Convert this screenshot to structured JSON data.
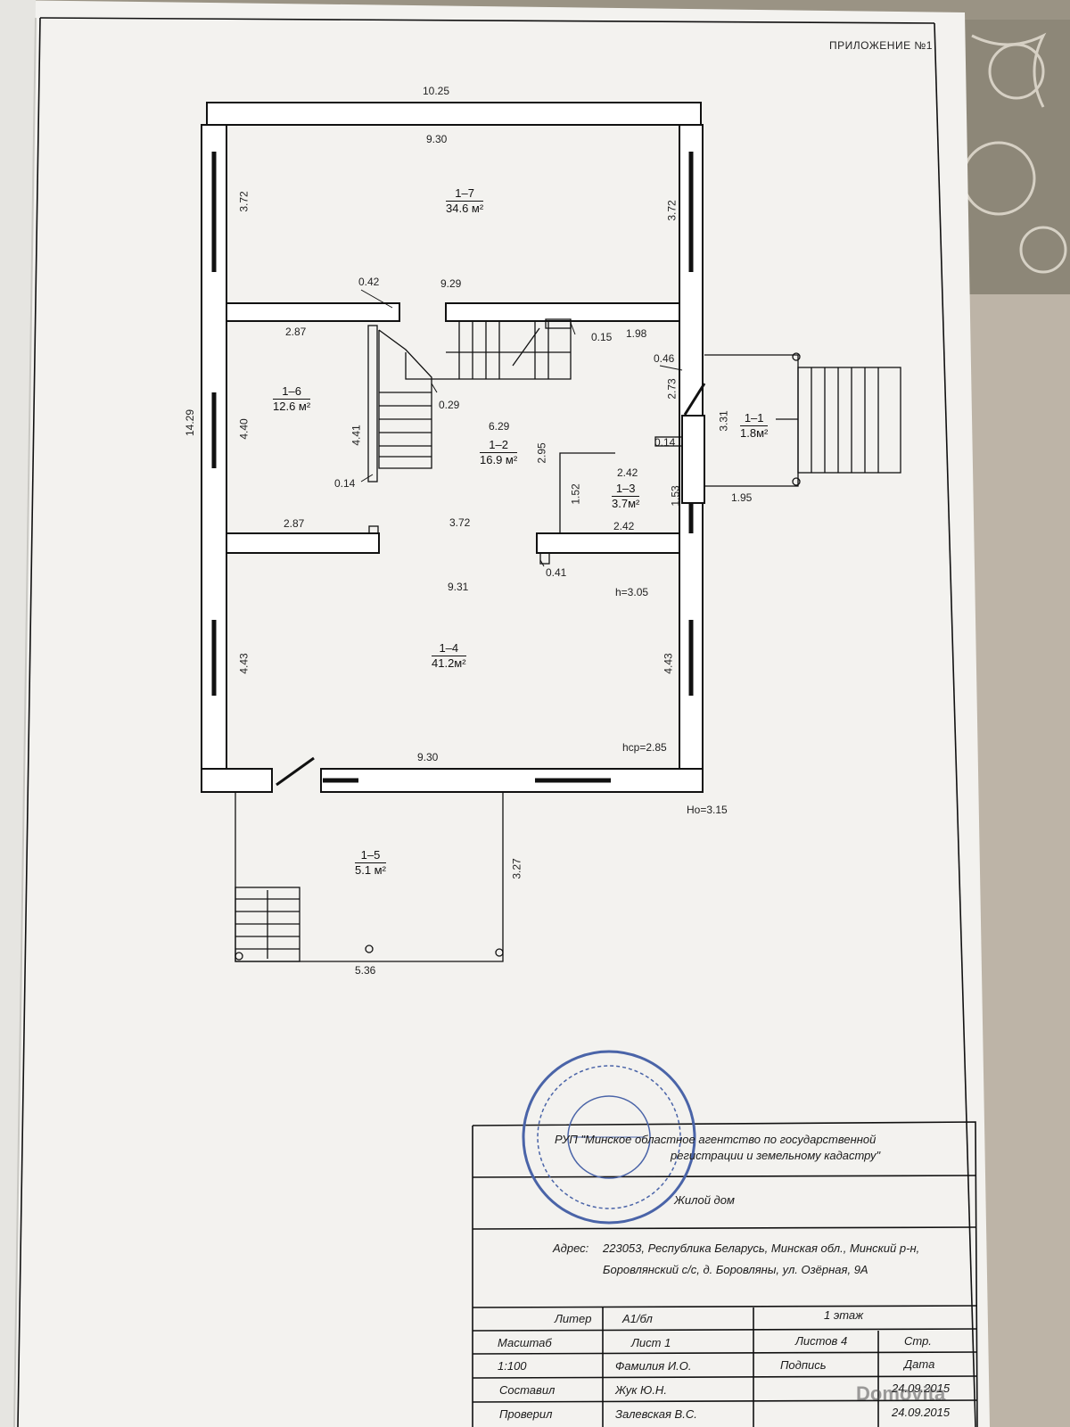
{
  "appendix": "ПРИЛОЖЕНИЕ №1",
  "dims": {
    "top_outer": "10.25",
    "top_inner": "9.30",
    "left_17": "3.72",
    "right_17": "3.72",
    "wall_042": "0.42",
    "mid_929": "9.29",
    "d_287_top": "2.87",
    "d_015": "0.15",
    "d_198": "1.98",
    "d_046": "0.46",
    "d_273": "2.73",
    "d_331": "3.31",
    "left_total": "14.29",
    "d_440": "4.40",
    "d_441": "4.41",
    "d_029": "0.29",
    "d_629": "6.29",
    "d_295": "2.95",
    "d_014_right": "0.14",
    "d_242_top": "2.42",
    "d_152": "1.52",
    "d_153": "1.53",
    "d_195": "1.95",
    "d_014_left": "0.14",
    "d_287_bottom": "2.87",
    "d_372": "3.72",
    "d_242_bottom": "2.42",
    "d_041": "0.41",
    "d_931": "9.31",
    "h": "h=3.05",
    "left_443": "4.43",
    "right_443": "4.43",
    "hcp": "hср=2.85",
    "bottom_930": "9.30",
    "ho": "Hо=3.15",
    "d_327": "3.27",
    "d_536": "5.36"
  },
  "rooms": {
    "r17": {
      "num": "1–7",
      "area": "34.6 м²"
    },
    "r16": {
      "num": "1–6",
      "area": "12.6 м²"
    },
    "r12": {
      "num": "1–2",
      "area": "16.9 м²"
    },
    "r13": {
      "num": "1–3",
      "area": "3.7м²"
    },
    "r11": {
      "num": "1–1",
      "area": "1.8м²"
    },
    "r14": {
      "num": "1–4",
      "area": "41.2м²"
    },
    "r15": {
      "num": "1–5",
      "area": "5.1 м²"
    }
  },
  "title_block": {
    "org": "РУП \"Минское областное агентство по государственной",
    "org2": "регистрации и земельному кадастру\"",
    "object": "Жилой дом",
    "address_label": "Адрес:",
    "address1": "223053, Республика Беларусь, Минская обл., Минский р-н,",
    "address2": "Боровлянский с/с, д. Боровляны, ул. Озёрная, 9А",
    "liter_label": "Литер",
    "liter_value": "А1/бл",
    "floor": "1 этаж",
    "scale_label": "Масштаб",
    "sheet": "Лист 1",
    "sheets": "Листов 4",
    "page": "Стр.",
    "scale_value": "1:100",
    "name_label": "Фамилия И.О.",
    "sign_label": "Подпись",
    "date_label": "Дата",
    "composed_label": "Составил",
    "composed_name": "Жук Ю.Н.",
    "composed_date": "24.09.2015",
    "checked_label": "Проверил",
    "checked_name": "Залевская В.С.",
    "checked_date": "24.09.2015"
  },
  "watermark": "Domovita",
  "colors": {
    "ink": "#1a1a1a",
    "paper": "#f4f3f0",
    "stamp": "#4a64a8"
  }
}
